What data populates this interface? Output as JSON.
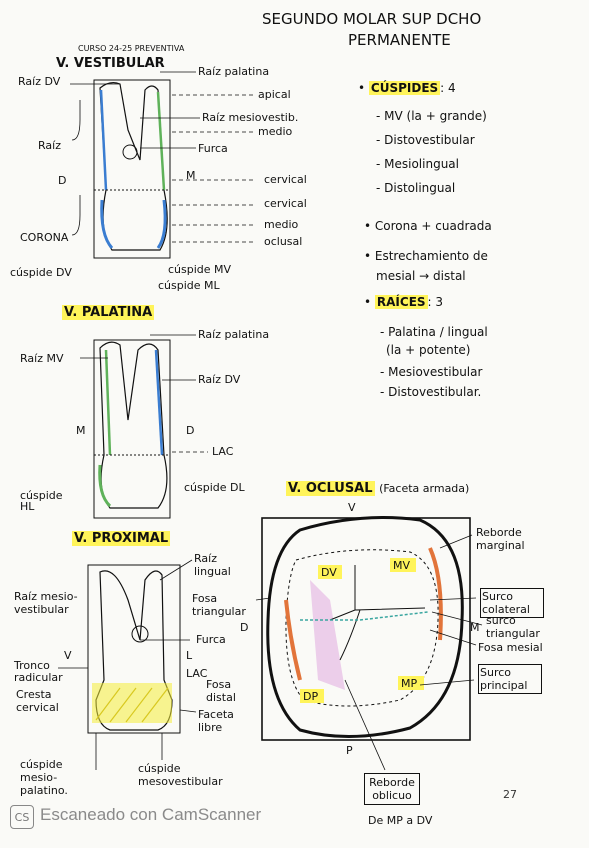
{
  "header": {
    "title_line1": "SEGUNDO MOLAR SUP DCHO",
    "title_line2": "PERMANENTE",
    "course": "CURSO 24-25 PREVENTIVA"
  },
  "vestibular": {
    "heading": "V. VESTIBULAR",
    "left_labels": [
      "Raíz DV",
      "Raíz",
      "D",
      "CORONA",
      "cúspide DV"
    ],
    "right_labels": [
      "Raíz palatina",
      "apical",
      "Raíz mesiovestib.",
      "medio",
      "Furca",
      "cervical",
      "cervical",
      "medio",
      "oclusal"
    ],
    "bottom_labels": [
      "cúspide MV",
      "cúspide ML"
    ],
    "tooth_letter": "M"
  },
  "palatina": {
    "heading": "V. PALATINA",
    "labels": [
      "Raíz palatina",
      "Raíz MV",
      "Raíz DV",
      "M",
      "D",
      "LAC",
      "cúspide HL",
      "cúspide DL"
    ]
  },
  "proximal": {
    "heading": "V. PROXIMAL",
    "labels": [
      "Raíz mesio-vestibular",
      "Raíz lingual",
      "Fosa triangular",
      "Furca",
      "Tronco radicular",
      "LAC",
      "Cresta cervical",
      "Fosa distal",
      "Faceta libre",
      "cúspide mesio-palatino.",
      "cúspide mesovestibular",
      "V",
      "L"
    ]
  },
  "oclusal": {
    "heading": "V. OCLUSAL",
    "note": "(Faceta armada)",
    "cusps": [
      "DV",
      "MV",
      "DP",
      "MP"
    ],
    "labels": [
      "Reborde marginal",
      "Surco colateral",
      "surco triangular",
      "Fosa mesial",
      "Surco principal",
      "Reborde oblicuo",
      "De MP a DV",
      "V",
      "D",
      "M",
      "P"
    ]
  },
  "notes": {
    "cuspides_label": "CÚSPIDES",
    "cuspides_count": ": 4",
    "cuspides": [
      "- MV (la + grande)",
      "- Distovestibular",
      "- Mesiolingual",
      "- Distolingual"
    ],
    "corona": "• Corona + cuadrada",
    "estrech1": "• Estrechamiento de",
    "estrech2": "mesial → distal",
    "raices_label": "RAÍCES",
    "raices_count": ": 3",
    "raices": [
      "- Palatina / lingual",
      "(la + potente)",
      "- Mesiovestibular",
      "- Distovestibular."
    ]
  },
  "footer": {
    "scanner": "Escaneado con CamScanner",
    "logo": "CS",
    "page_number": "27"
  },
  "colors": {
    "highlight": "#fff45a",
    "blue_root": "#3a7dd1",
    "green_root": "#5fb25a",
    "orange": "#e2743a",
    "pink": "#d07bd0",
    "teal": "#3aa6a0"
  }
}
